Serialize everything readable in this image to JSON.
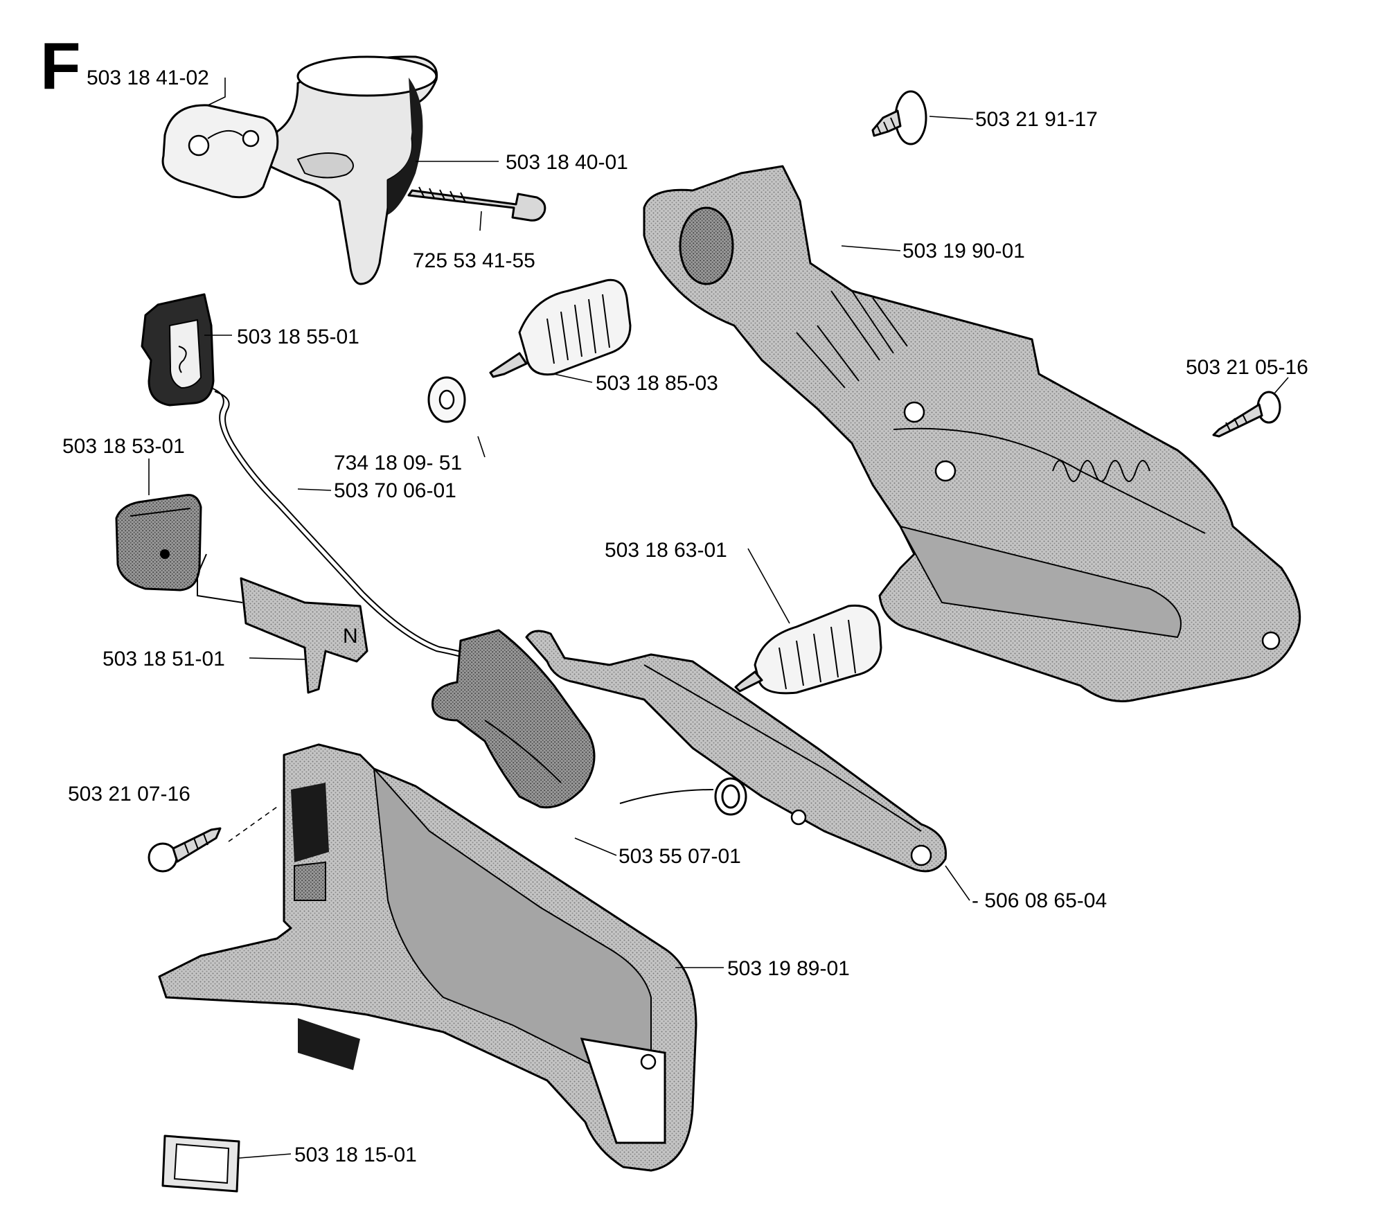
{
  "section_letter": "F",
  "part_labels": {
    "p503_18_41_02": "503 18 41-02",
    "p503_18_40_01": "503 18 40-01",
    "p725_53_41_55": "725 53 41-55",
    "p503_21_91_17": "503 21 91-17",
    "p503_19_90_01": "503 19 90-01",
    "p503_18_55_01": "503 18 55-01",
    "p503_18_85_03": "503 18 85-03",
    "p503_21_05_16": "503 21 05-16",
    "p503_18_53_01": "503 18 53-01",
    "p734_18_09_51": "734 18 09- 51",
    "p503_70_06_01": "503 70 06-01",
    "p503_18_63_01": "503 18 63-01",
    "p503_18_51_01": "503 18 51-01",
    "p503_21_07_16": "503 21 07-16",
    "p503_55_07_01": "503 55 07-01",
    "p506_08_65_04": "- 506 08 65-04",
    "p503_19_89_01": "503 19 89-01",
    "p503_18_15_01": "503 18 15-01"
  },
  "colors": {
    "ink": "#000000",
    "part_fill": "#b9b9b9",
    "part_fill_dark": "#8e8e8e",
    "paper": "#ffffff"
  }
}
